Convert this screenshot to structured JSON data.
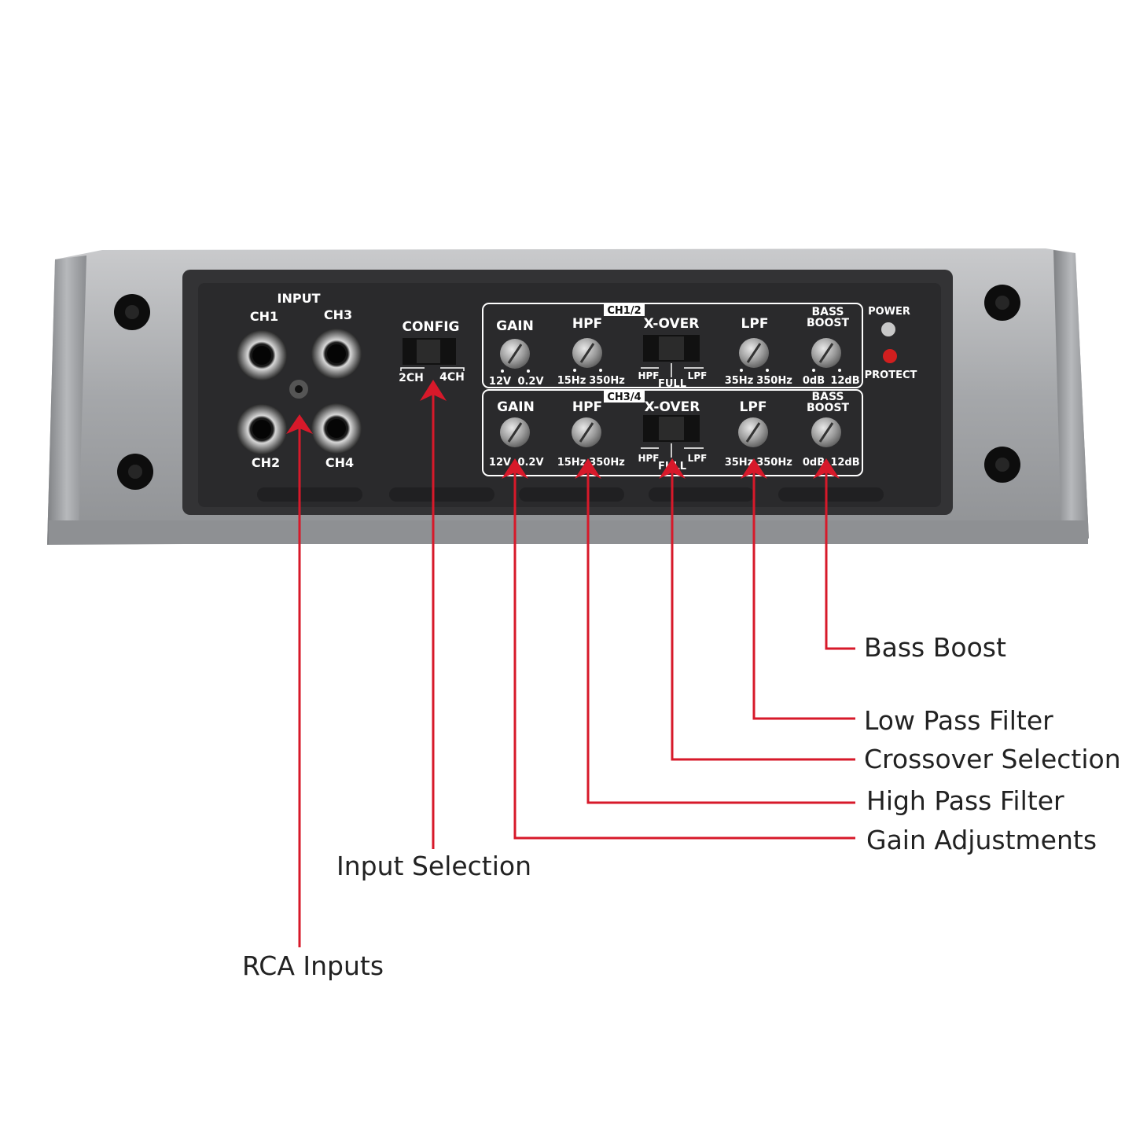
{
  "colors": {
    "background": "#ffffff",
    "chassis": "#a9abae",
    "panel": "#2a2a2c",
    "annotation_red": "#d7192a",
    "power_led": "#c8c8c8",
    "protect_led": "#d21f1f"
  },
  "input_section": {
    "title": "INPUT",
    "ch1": "CH1",
    "ch3": "CH3",
    "ch2": "CH2",
    "ch4": "CH4"
  },
  "config": {
    "title": "CONFIG",
    "opt_2ch": "2CH",
    "opt_4ch": "4CH"
  },
  "ch12": {
    "tag": "CH1/2",
    "gain": "GAIN",
    "gain_min": "12V",
    "gain_max": "0.2V",
    "hpf": "HPF",
    "hpf_min": "15Hz",
    "hpf_max": "350Hz",
    "xover": "X-OVER",
    "xover_hpf": "HPF",
    "xover_full": "FULL",
    "xover_lpf": "LPF",
    "lpf": "LPF",
    "lpf_min": "35Hz",
    "lpf_max": "350Hz",
    "bass_line1": "BASS",
    "bass_line2": "BOOST",
    "bass_min": "0dB",
    "bass_max": "12dB"
  },
  "ch34": {
    "tag": "CH3/4",
    "gain": "GAIN",
    "gain_min": "12V",
    "gain_max": "0.2V",
    "hpf": "HPF",
    "hpf_min": "15Hz",
    "hpf_max": "350Hz",
    "xover": "X-OVER",
    "xover_hpf": "HPF",
    "xover_full": "FULL",
    "xover_lpf": "LPF",
    "lpf": "LPF",
    "lpf_min": "35Hz",
    "lpf_max": "350Hz",
    "bass_line1": "BASS",
    "bass_line2": "BOOST",
    "bass_min": "0dB",
    "bass_max": "12dB"
  },
  "indicators": {
    "power": "POWER",
    "protect": "PROTECT"
  },
  "callouts": {
    "bass_boost": "Bass Boost",
    "low_pass_filter": "Low Pass Filter",
    "crossover_selection": "Crossover Selection",
    "high_pass_filter": "High Pass Filter",
    "gain_adjustments": "Gain Adjustments",
    "input_selection": "Input Selection",
    "rca_inputs": "RCA Inputs"
  }
}
